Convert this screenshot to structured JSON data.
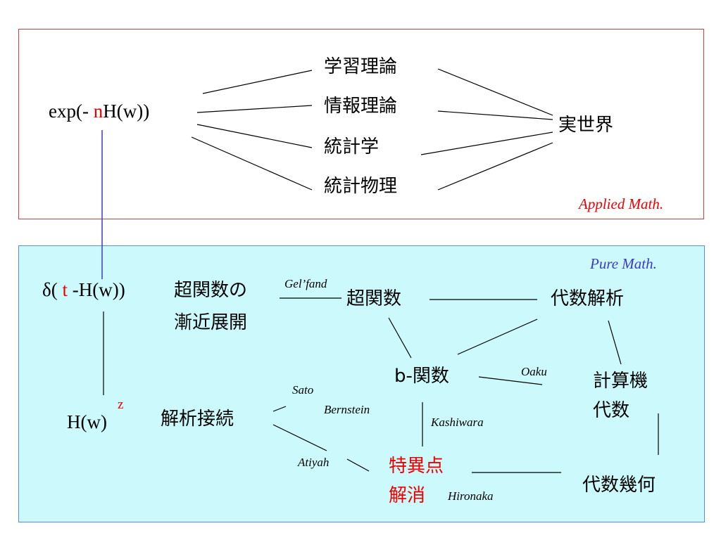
{
  "colors": {
    "applied_border": "#e23a3a",
    "pure_border": "#5b8fd6",
    "pure_fill": "#ccf9fb",
    "highlight": "#ee0000",
    "connector": "#3a3ad0"
  },
  "applied": {
    "label": "Applied Math.",
    "formula": {
      "prefix": "exp(- ",
      "n": "n",
      "suffix": "H(w))"
    },
    "fields": [
      "学習理論",
      "情報理論",
      "統計学",
      "統計物理"
    ],
    "real_world": "実世界"
  },
  "pure": {
    "label": "Pure Math.",
    "delta": {
      "prefix": "δ( ",
      "t": "t",
      "suffix": " -H(w))"
    },
    "hw": {
      "base": "H(w)",
      "exp": "z"
    },
    "asymptotic": [
      "超関数の",
      "漸近展開"
    ],
    "hyperfunction": "超関数",
    "algebraic_analysis": "代数解析",
    "b_function": "b-関数",
    "computer_algebra": [
      "計算機",
      "代数"
    ],
    "analytic_continuation": "解析接続",
    "resolution": [
      "特異点",
      "解消"
    ],
    "algebraic_geometry": "代数幾何",
    "names": {
      "gelfand": "Gel’fand",
      "oaku": "Oaku",
      "sato": "Sato",
      "bernstein": "Bernstein",
      "kashiwara": "Kashiwara",
      "atiyah": "Atiyah",
      "hironaka": "Hironaka"
    }
  }
}
